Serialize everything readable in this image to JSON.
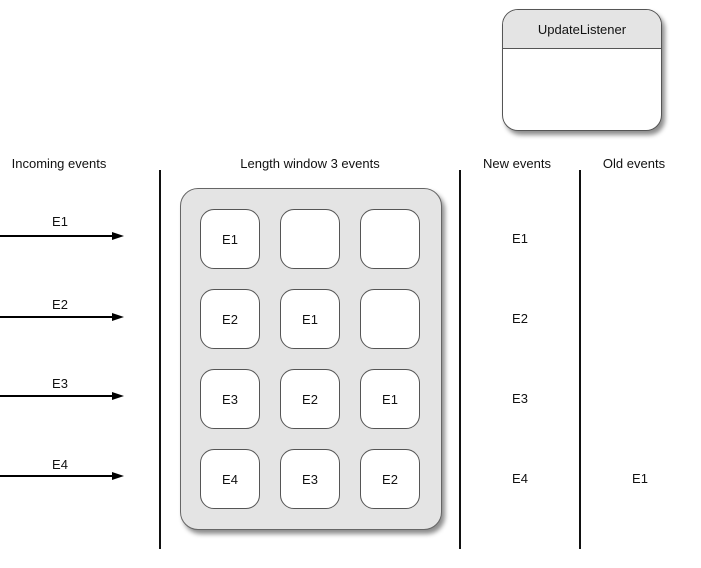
{
  "listener": {
    "title": "UpdateListener"
  },
  "headers": {
    "incoming": "Incoming events",
    "window": "Length window 3 events",
    "new": "New events",
    "old": "Old events"
  },
  "rows": [
    {
      "incoming": "E1",
      "slots": [
        "E1",
        "",
        ""
      ],
      "new": "E1",
      "old": ""
    },
    {
      "incoming": "E2",
      "slots": [
        "E2",
        "E1",
        ""
      ],
      "new": "E2",
      "old": ""
    },
    {
      "incoming": "E3",
      "slots": [
        "E3",
        "E2",
        "E1"
      ],
      "new": "E3",
      "old": ""
    },
    {
      "incoming": "E4",
      "slots": [
        "E4",
        "E3",
        "E2"
      ],
      "new": "E4",
      "old": "E1"
    }
  ]
}
